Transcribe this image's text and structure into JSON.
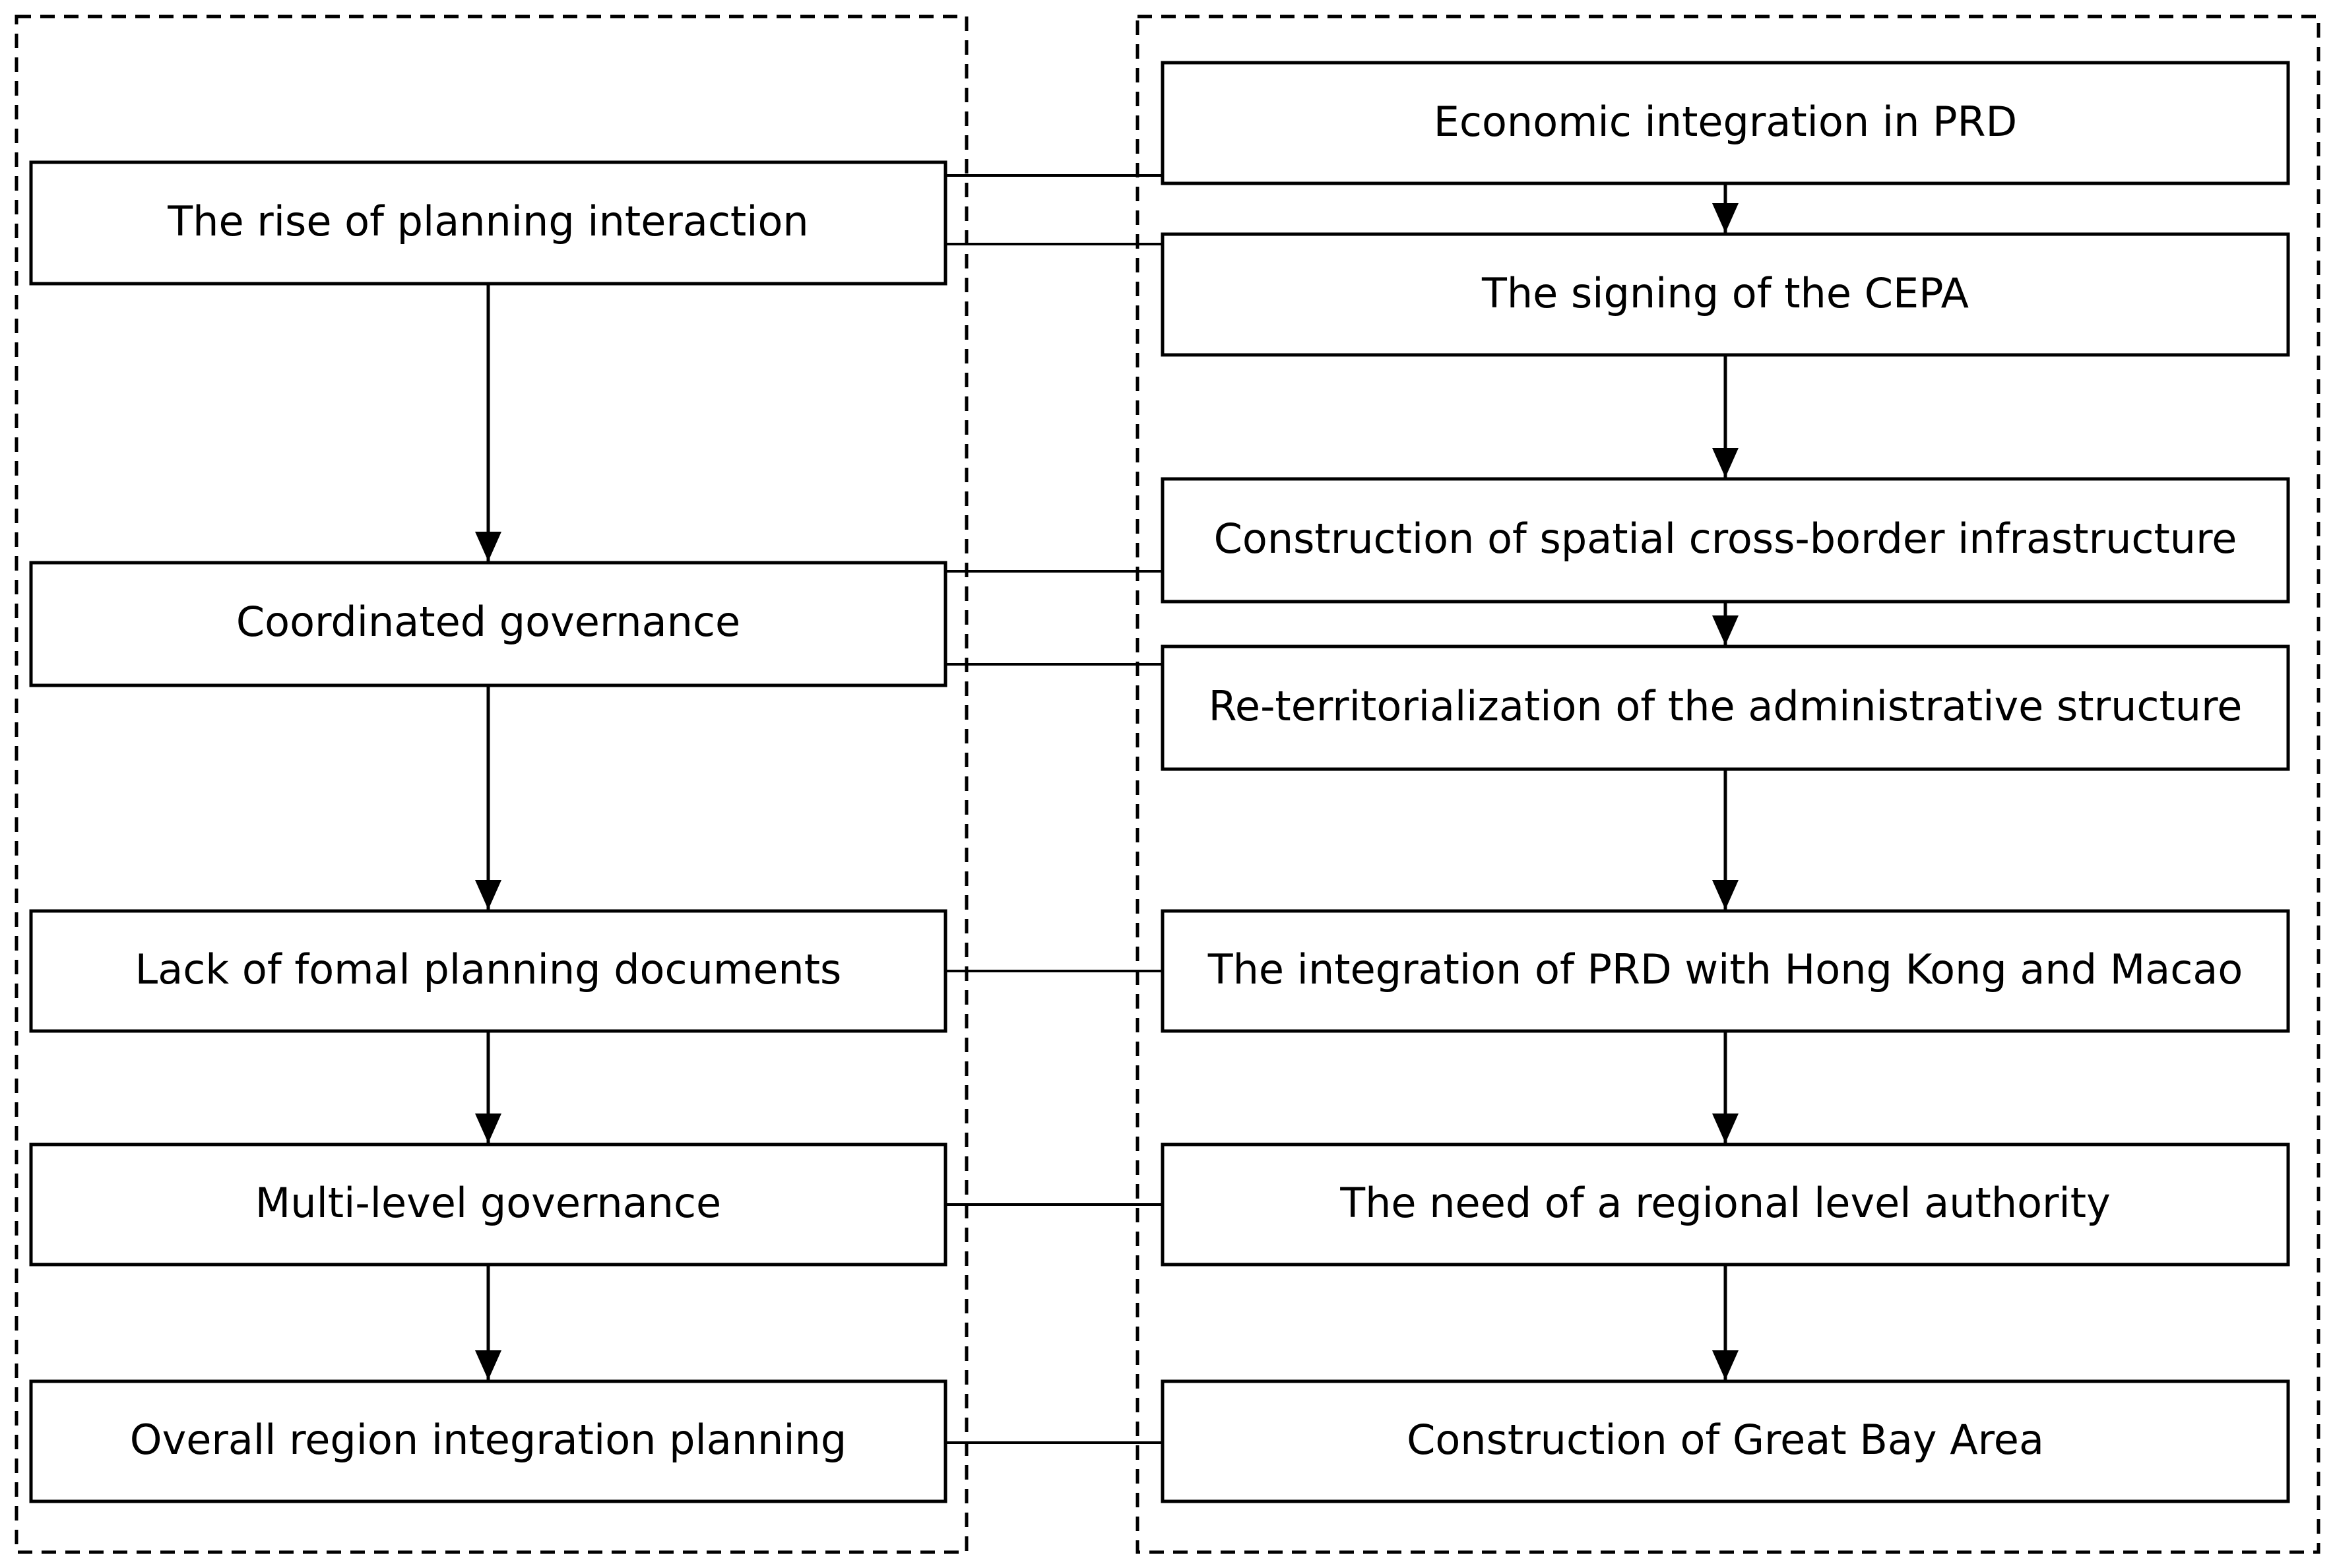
{
  "colors": {
    "background": "#ffffff",
    "stroke": "#000000",
    "text": "#000000"
  },
  "left_column": {
    "nodes": [
      {
        "id": "l1",
        "label": "The rise of planning interaction"
      },
      {
        "id": "l2",
        "label": "Coordinated governance"
      },
      {
        "id": "l3",
        "label": "Lack of fomal planning documents"
      },
      {
        "id": "l4",
        "label": "Multi-level governance"
      },
      {
        "id": "l5",
        "label": "Overall region integration planning"
      }
    ]
  },
  "right_column": {
    "nodes": [
      {
        "id": "r1",
        "label": "Economic integration in PRD"
      },
      {
        "id": "r2",
        "label": "The signing of the CEPA"
      },
      {
        "id": "r3",
        "label": "Construction of spatial cross-border infrastructure"
      },
      {
        "id": "r4",
        "label": "Re-territorialization of the administrative structure"
      },
      {
        "id": "r5",
        "label": "The integration of PRD with Hong Kong and Macao"
      },
      {
        "id": "r6",
        "label": "The need of a regional level authority"
      },
      {
        "id": "r7",
        "label": "Construction of Great Bay Area"
      }
    ]
  },
  "arrows": [
    {
      "from": "l1",
      "to": "l2"
    },
    {
      "from": "l2",
      "to": "l3"
    },
    {
      "from": "l3",
      "to": "l4"
    },
    {
      "from": "l4",
      "to": "l5"
    },
    {
      "from": "r1",
      "to": "r2"
    },
    {
      "from": "r2",
      "to": "r3"
    },
    {
      "from": "r3",
      "to": "r4"
    },
    {
      "from": "r4",
      "to": "r5"
    },
    {
      "from": "r5",
      "to": "r6"
    },
    {
      "from": "r6",
      "to": "r7"
    }
  ],
  "connectors": [
    {
      "from": "l1",
      "to": "r1"
    },
    {
      "from": "l1",
      "to": "r2"
    },
    {
      "from": "l2",
      "to": "r3"
    },
    {
      "from": "l2",
      "to": "r4"
    },
    {
      "from": "l3",
      "to": "r5"
    },
    {
      "from": "l4",
      "to": "r6"
    },
    {
      "from": "l5",
      "to": "r7"
    }
  ]
}
